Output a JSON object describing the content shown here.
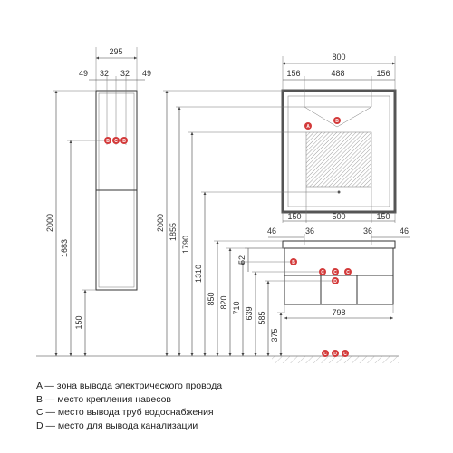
{
  "column": {
    "width": "295",
    "offsets": [
      "49",
      "32",
      "32",
      "49"
    ],
    "heights": [
      "2000",
      "1683",
      "150"
    ]
  },
  "mirror": {
    "width": "800",
    "offsets_top": [
      "156",
      "488",
      "156"
    ],
    "offsets_bottom": [
      "150",
      "500",
      "150"
    ]
  },
  "heights_mid": [
    "2000",
    "1855",
    "1790",
    "1310",
    "850",
    "820",
    "710",
    "639",
    "585",
    "375"
  ],
  "cabinet": {
    "top_left": [
      "46",
      "36"
    ],
    "top_right": [
      "36",
      "46"
    ],
    "side": "52",
    "width": "798"
  },
  "markers": [
    "A",
    "B",
    "C",
    "D"
  ],
  "legend": [
    "A — зона вывода электрического провода",
    "B — место крепления навесов",
    "C — место вывода труб водоснабжения",
    "D — место для вывода канализации"
  ],
  "colors": {
    "marker": "#d33a3a",
    "line": "#444444"
  }
}
